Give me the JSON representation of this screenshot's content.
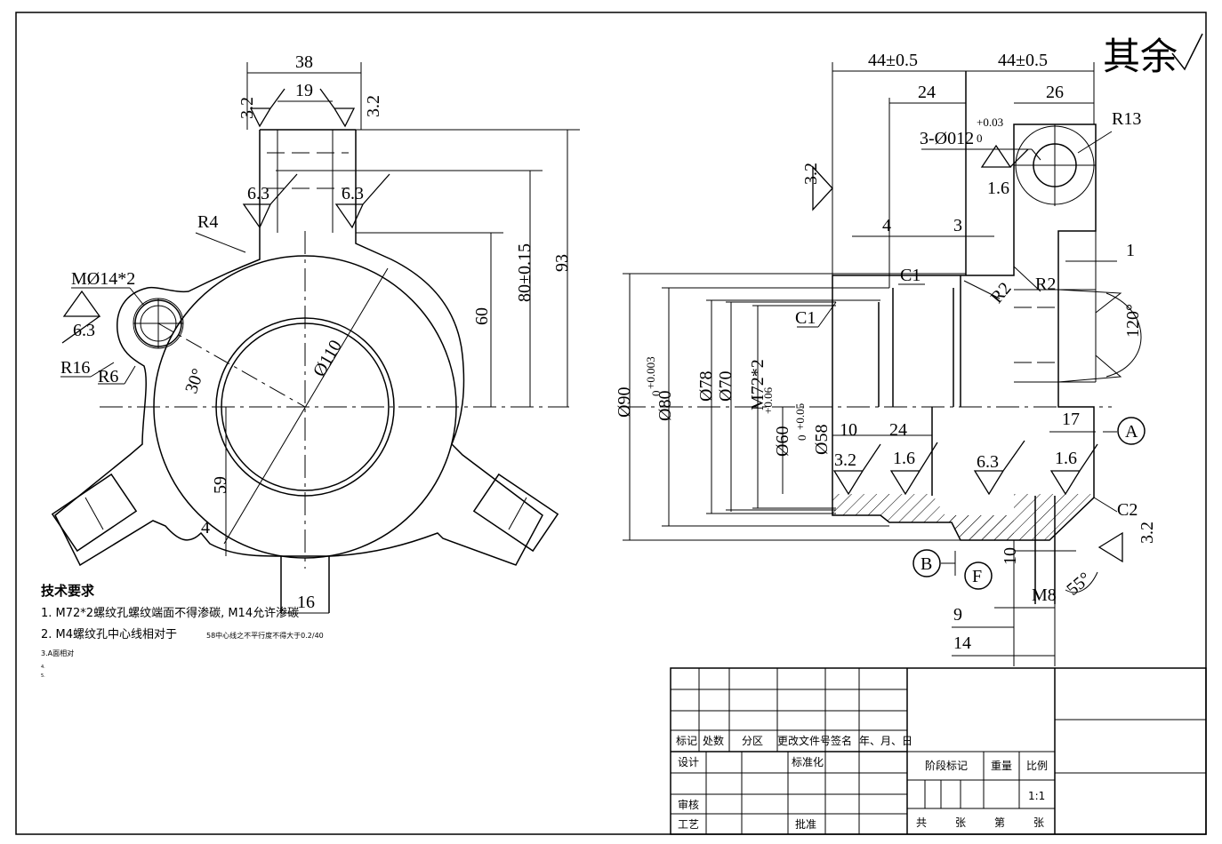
{
  "drawing": {
    "remaining_roughness": "其余",
    "front_view": {
      "dims": {
        "d38": "38",
        "d19": "19",
        "r4": "R4",
        "thread_m14": "MØ14*2",
        "r16": "R16",
        "r6": "R6",
        "ang30": "30°",
        "d110": "Ø110",
        "d60": "60",
        "d80": "80±0.15",
        "d93": "93",
        "d59": "59",
        "d4": "4",
        "d16": "16"
      },
      "roughness": {
        "left_top": "3.2",
        "right_top": "3.2",
        "left_mid": "6.3",
        "right_mid": "6.3",
        "thread": "6.3"
      }
    },
    "section_view": {
      "dims": {
        "d44a": "44±0.5",
        "d44b": "44±0.5",
        "d24": "24",
        "d26": "26",
        "hole": "3-Ø012",
        "hole_tol": "+0.03",
        "hole_tol0": "0",
        "r13": "R13",
        "d4": "4",
        "d3": "3",
        "d1": "1",
        "c1a": "C1",
        "c1b": "C1",
        "r2a": "R2",
        "r2b": "R2",
        "ang120": "120°",
        "d90": "Ø90",
        "d80": "Ø80",
        "d80_tol_up": "+0.003",
        "d80_tol_lo": "0",
        "d78": "Ø78",
        "d70": "Ø70",
        "m72": "M72*2",
        "m72_tol": "+0.06",
        "d60": "Ø60",
        "d60_tol": "+0.05",
        "d60_tol0": "0",
        "d58": "Ø58",
        "d10": "10",
        "d24b": "24",
        "d17": "17",
        "ref_a": "A",
        "c2": "C2",
        "ref_b": "B",
        "ref_f": "F",
        "d10b": "10",
        "m8": "M8",
        "ang55": "55°",
        "d9": "9",
        "d14": "14"
      },
      "roughness": {
        "left_face": "3.2",
        "hole": "1.6",
        "bottom_1": "3.2",
        "bottom_2": "1.6",
        "bottom_3": "6.3",
        "bottom_4": "1.6",
        "right_face": "3.2"
      }
    }
  },
  "tech_req": {
    "title": "技术要求",
    "line1": "1. M72*2螺纹孔螺纹端面不得渗碳, M14允许渗碳",
    "line2a": "2. M4螺纹孔中心线相对于",
    "line2b": "58中心线之不平行度不得大于0.2/40",
    "line3": "3.A面相对",
    "line4": "4.",
    "line5": "5."
  },
  "title_block": {
    "mark": "标记",
    "count": "处数",
    "zone": "分区",
    "change_doc": "更改文件号",
    "sign": "签名",
    "date": "年、月、日",
    "design": "设计",
    "standard": "标准化",
    "review": "审核",
    "process": "工艺",
    "approve": "批准",
    "stage": "阶段标记",
    "weight": "重量",
    "scale_label": "比例",
    "scale": "1:1",
    "total": "共",
    "sheets": "张",
    "nth": "第",
    "sheet": "张"
  }
}
